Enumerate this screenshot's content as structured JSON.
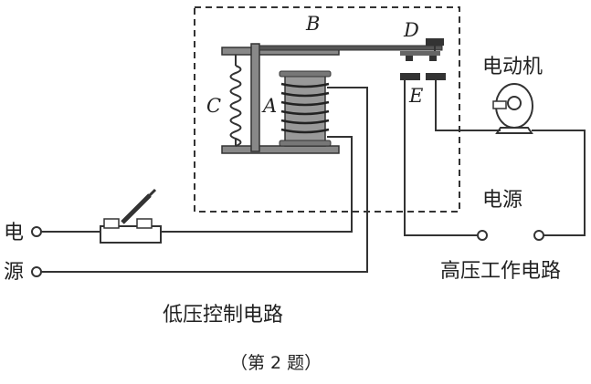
{
  "labels": {
    "A": "A",
    "B": "B",
    "C": "C",
    "D": "D",
    "E": "E",
    "motor": "电动机",
    "source_right": "电源",
    "source_left_1": "电",
    "source_left_2": "源",
    "high_voltage_circuit": "高压工作电路",
    "low_voltage_circuit": "低压控制电路",
    "caption": "（第 2 题）"
  }
}
